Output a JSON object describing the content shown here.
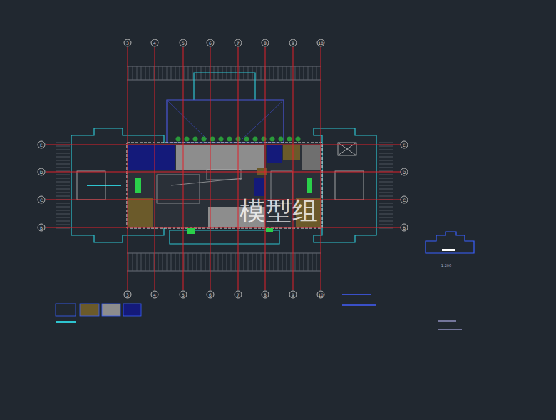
{
  "diagram": {
    "labels": [
      "3",
      "4",
      "5",
      "6",
      "7",
      "8",
      "9",
      "10",
      "3",
      "4",
      "5",
      "6",
      "7",
      "8",
      "9",
      "10",
      "E",
      "D",
      "C",
      "B",
      "E",
      "D",
      "C",
      "B",
      "模型组",
      "1:200"
    ]
  }
}
